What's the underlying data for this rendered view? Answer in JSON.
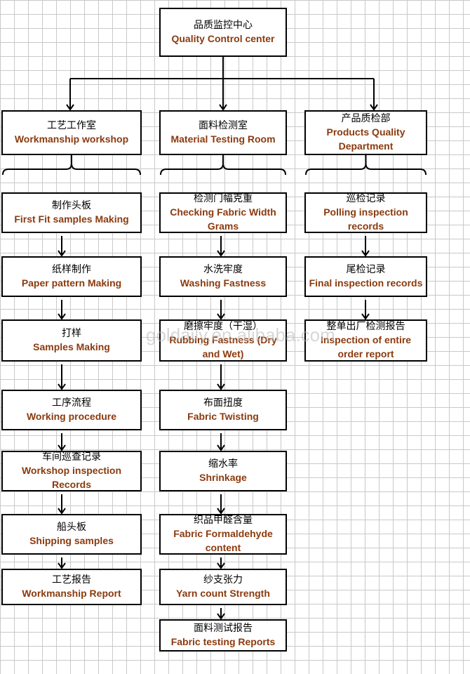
{
  "root": {
    "zh": "品质监控中心",
    "en": "Quality  Control center"
  },
  "columns": [
    {
      "header": {
        "zh": "工艺工作室",
        "en": "Workmanship workshop"
      },
      "steps": [
        {
          "zh": "制作头板",
          "en": "First Fit samples Making"
        },
        {
          "zh": "纸样制作",
          "en": "Paper pattern Making"
        },
        {
          "zh": "打样",
          "en": "Samples   Making"
        },
        {
          "zh": "工序流程",
          "en": "Working procedure"
        },
        {
          "zh": "车间巡查记录",
          "en": "Workshop inspection Records"
        },
        {
          "zh": "船头板",
          "en": "Shipping samples"
        },
        {
          "zh": "工艺报告",
          "en": "Workmanship Report"
        }
      ]
    },
    {
      "header": {
        "zh": "面料检测室",
        "en": "Material Testing Room"
      },
      "steps": [
        {
          "zh": "检测门幅克重",
          "en": "Checking Fabric Width Grams"
        },
        {
          "zh": "水洗牢度",
          "en": "Washing  Fastness"
        },
        {
          "zh": "磨擦牢度（干湿）",
          "en": "Rubbing Fastness  (Dry and Wet)"
        },
        {
          "zh": "布面扭度",
          "en": "Fabric Twisting"
        },
        {
          "zh": "缩水率",
          "en": "Shrinkage"
        },
        {
          "zh": "织品甲醛含量",
          "en": "Fabric Formaldehyde content"
        },
        {
          "zh": "纱支张力",
          "en": "Yarn count Strength"
        },
        {
          "zh": "面料测试报告",
          "en": "Fabric testing Reports"
        }
      ]
    },
    {
      "header": {
        "zh": "产品质检部",
        "en": "Products Quality Department"
      },
      "steps": [
        {
          "zh": "巡检记录",
          "en": "Polling inspection records"
        },
        {
          "zh": "尾检记录",
          "en": "Final inspection records"
        },
        {
          "zh": "整单出厂检测报告",
          "en": "Inspection of entire order report"
        }
      ]
    }
  ],
  "watermark": "goldaily.en.alibaba.com"
}
